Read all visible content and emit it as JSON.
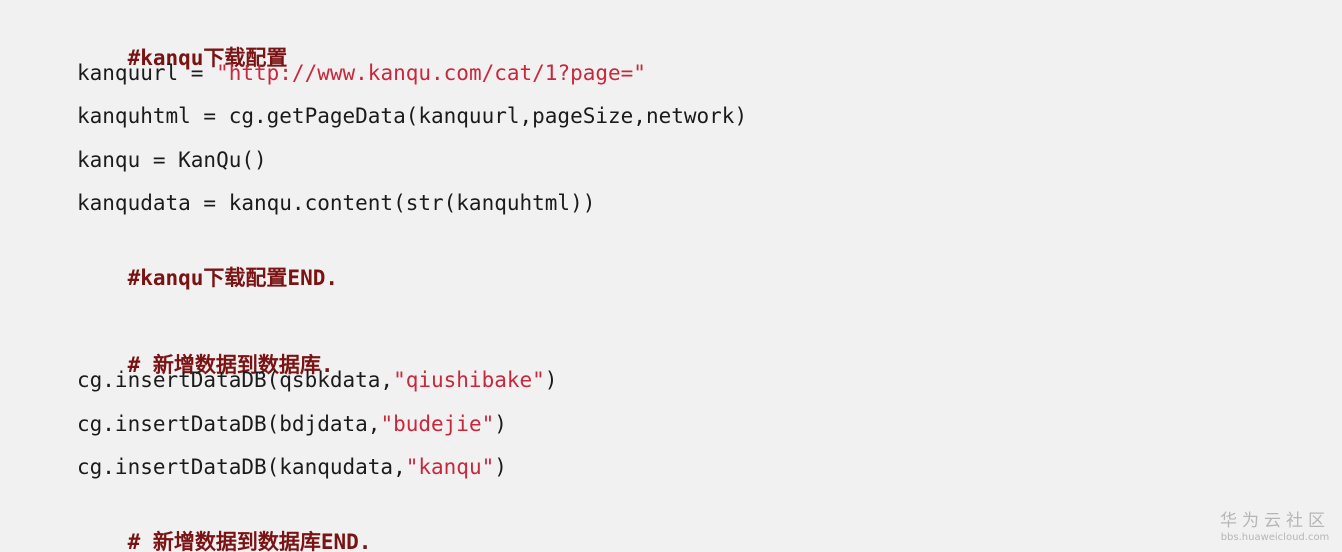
{
  "code": {
    "line1": {
      "comment": "#kanqu下载配置"
    },
    "line2": {
      "pre": "kanquurl = ",
      "string": "\"http://www.kanqu.com/cat/1?page=\""
    },
    "line3": {
      "text": "kanquhtml = cg.getPageData(kanquurl,pageSize,network)"
    },
    "line4": {
      "text": "kanqu = KanQu()"
    },
    "line5": {
      "text": "kanqudata = kanqu.content(str(kanquhtml))"
    },
    "line6": {
      "comment": "#kanqu下载配置END."
    },
    "line8": {
      "comment": "# 新增数据到数据库."
    },
    "line9": {
      "pre": "cg.insertDataDB(qsbkdata,",
      "string": "\"qiushibake\"",
      "post": ")"
    },
    "line10": {
      "pre": "cg.insertDataDB(bdjdata,",
      "string": "\"budejie\"",
      "post": ")"
    },
    "line11": {
      "pre": "cg.insertDataDB(kanqudata,",
      "string": "\"kanqu\"",
      "post": ")"
    },
    "line12": {
      "comment": "# 新增数据到数据库END."
    }
  },
  "watermark": {
    "title": "华为云社区",
    "url": "bbs.huaweicloud.com"
  },
  "colors": {
    "background": "#f1f1f1",
    "text": "#1b1b1b",
    "comment": "#7a1313",
    "string": "#c8273c",
    "watermark": "#b6b6b6"
  }
}
